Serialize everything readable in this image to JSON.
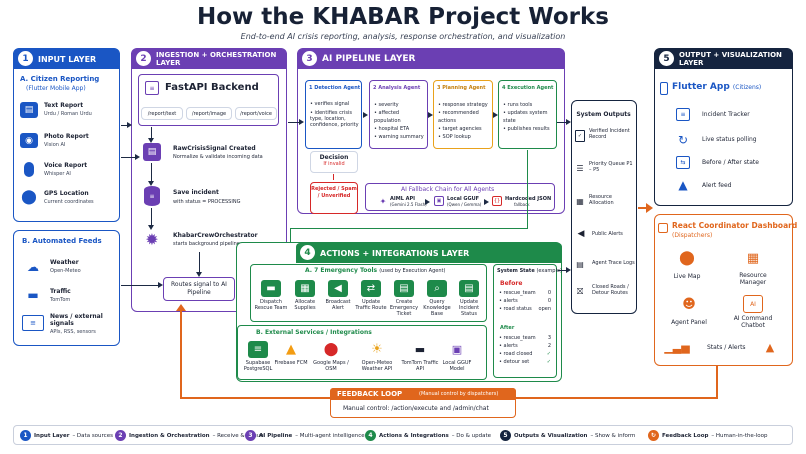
{
  "title": "How the KHABAR Project Works",
  "subtitle": "End-to-end AI crisis reporting, analysis, response orchestration, and visualization",
  "input_layer": {
    "num": "1",
    "title": "INPUT LAYER",
    "citizen_title": "A. Citizen Reporting",
    "citizen_sub": "(Flutter Mobile App)",
    "items": [
      {
        "label": "Text Report",
        "sub": "Urdu / Roman Urdu"
      },
      {
        "label": "Photo Report",
        "sub": "Vision AI"
      },
      {
        "label": "Voice Report",
        "sub": "Whisper AI"
      },
      {
        "label": "GPS Location",
        "sub": "Current coordinates"
      }
    ],
    "feeds_title": "B. Automated Feeds",
    "feeds": [
      {
        "label": "Weather",
        "sub": "Open-Meteo"
      },
      {
        "label": "Traffic",
        "sub": "TomTom"
      },
      {
        "label": "News / external signals",
        "sub": "APIs, RSS, sensors"
      }
    ]
  },
  "ingestion": {
    "num": "2",
    "title": "INGESTION + ORCHESTRATION LAYER",
    "backend": "FastAPI Backend",
    "routes": [
      "/report/text",
      "/report/image",
      "/report/voice"
    ],
    "steps": [
      {
        "label": "RawCrisisSignal Created",
        "sub": "Normalize & validate incoming data"
      },
      {
        "label": "Save incident",
        "sub": "with status = PROCESSING"
      },
      {
        "label": "KhabarCrewOrchestrator",
        "sub": "starts background pipeline"
      }
    ],
    "routes_signal": "Routes signal to AI Pipeline"
  },
  "pipeline": {
    "num": "3",
    "title": "AI PIPELINE LAYER",
    "agents": [
      {
        "num": "1",
        "title": "Detection Agent",
        "items": [
          "verifies signal",
          "identifies crisis type, location, confidence, priority"
        ]
      },
      {
        "num": "2",
        "title": "Analysis Agent",
        "items": [
          "severity",
          "affected population",
          "hospital ETA",
          "warning summary"
        ]
      },
      {
        "num": "3",
        "title": "Planning Agent",
        "items": [
          "response strategy",
          "recommended actions",
          "target agencies",
          "SOP lookup"
        ]
      },
      {
        "num": "4",
        "title": "Execution Agent",
        "items": [
          "runs tools",
          "updates system state",
          "publishes results"
        ]
      }
    ],
    "decision": "Decision",
    "decision_sub": "If invalid",
    "rejected": "Rejected / Spam / Unverified",
    "fallback_title": "AI Fallback  Chain for All Agents",
    "fallback": [
      {
        "label": "AIML API",
        "sub": "(Gemini 2.5 Flash)"
      },
      {
        "label": "Local GGUF",
        "sub": "(Qwen / Gemma)"
      },
      {
        "label": "Hardcoded JSON",
        "sub": "fallback"
      }
    ]
  },
  "system_outputs": {
    "title": "System Outputs",
    "items": [
      "Verified Incident Record",
      "Priority Queue P1 – P5",
      "Resource Allocation",
      "Public Alerts",
      "Agent Trace Logs",
      "Closed Roads / Detour Routes"
    ]
  },
  "output_layer": {
    "num": "5",
    "title": "OUTPUT + VISUALIZATION LAYER",
    "flutter_title": "Flutter App",
    "flutter_sub": "(Citizens)",
    "flutter_items": [
      "Incident Tracker",
      "Live status polling",
      "Before / After state",
      "Alert feed"
    ],
    "react_title": "React Coordinator Dashboard",
    "react_sub": "(Dispatchers)",
    "react_items": [
      "Live Map",
      "Resource Manager",
      "Agent Panel",
      "AI Command Chatbot",
      "Stats / Alerts"
    ]
  },
  "actions": {
    "num": "4",
    "title": "ACTIONS + INTEGRATIONS LAYER",
    "tools_title": "A. 7 Emergency Tools",
    "tools_sub": "(used by Execution Agent)",
    "tools": [
      "Dispatch Rescue Team",
      "Allocate Supplies",
      "Broadcast Alert",
      "Update Traffic Route",
      "Create Emergency Ticket",
      "Query Knowledge Base",
      "Update Incident Status"
    ],
    "services_title": "B. External Services / Integrations",
    "services": [
      "Supabase PostgreSQL",
      "Firebase FCM",
      "Google Maps / OSM",
      "Open-Meteo Weather API",
      "TomTom Traffic API",
      "Local GGUF Model"
    ],
    "state_title": "System State",
    "state_sub": "(example)",
    "before_title": "Before",
    "after_title": "After",
    "before": [
      {
        "k": "rescue_team",
        "v": "0"
      },
      {
        "k": "alerts",
        "v": "0"
      },
      {
        "k": "road status",
        "v": "open"
      }
    ],
    "after": [
      {
        "k": "rescue_team",
        "v": "3"
      },
      {
        "k": "alerts",
        "v": "2"
      },
      {
        "k": "road closed",
        "v": "✓"
      },
      {
        "k": "detour set",
        "v": "✓"
      }
    ]
  },
  "feedback": {
    "title": "FEEDBACK LOOP",
    "sub": "(Manual control by dispatchers)",
    "manual": "Manual control:  /action/execute and  /admin/chat"
  },
  "legend": [
    {
      "num": "1",
      "label": "Input Layer",
      "sub": "– Data sources"
    },
    {
      "num": "2",
      "label": "Ingestion & Orchestration",
      "sub": "– Receive & queue"
    },
    {
      "num": "3",
      "label": "AI Pipeline",
      "sub": "– Multi-agent intelligence"
    },
    {
      "num": "4",
      "label": "Actions & Integrations",
      "sub": "– Do & update"
    },
    {
      "num": "5",
      "label": "Outputs & Visualization",
      "sub": "– Show & inform"
    },
    {
      "num": "↻",
      "label": "Feedback Loop",
      "sub": "– Human-in-the-loop"
    }
  ],
  "colors": {
    "blue": "#1a56c4",
    "purple": "#6b3fb3",
    "green": "#1e8a4a",
    "navy": "#15243f",
    "orange": "#e0661d",
    "red": "#d62828",
    "yellow": "#e9a21b"
  }
}
